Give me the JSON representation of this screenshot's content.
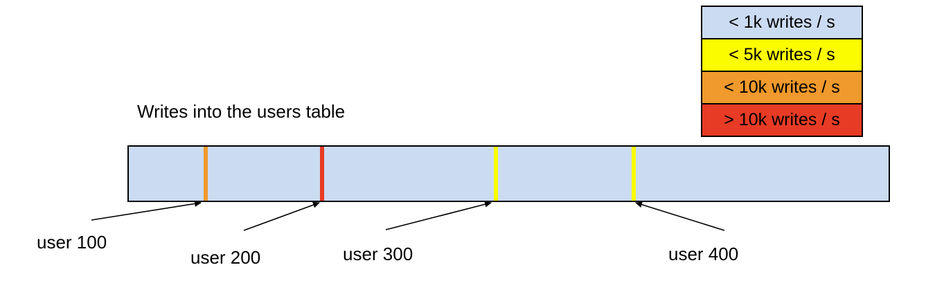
{
  "title": "Writes into the users table",
  "legend": {
    "items": [
      {
        "label": "< 1k writes / s",
        "color": "#CBDBF1"
      },
      {
        "label": "< 5k writes / s",
        "color": "#FCFC00"
      },
      {
        "label": "< 10k writes / s",
        "color": "#F0992C"
      },
      {
        "label": "> 10k writes / s",
        "color": "#E73B25"
      }
    ]
  },
  "table_bar": {
    "fill": "#CBDBF1",
    "markers": [
      {
        "user": "user 100",
        "rate": "< 10k writes / s",
        "color": "#F0992C",
        "left_pct": "9.8%"
      },
      {
        "user": "user 200",
        "rate": "> 10k writes / s",
        "color": "#E73B25",
        "left_pct": "25.2%"
      },
      {
        "user": "user 300",
        "rate": "< 5k writes / s",
        "color": "#FCFC00",
        "left_pct": "48.0%"
      },
      {
        "user": "user 400",
        "rate": "< 5k writes / s",
        "color": "#FCFC00",
        "left_pct": "66.2%"
      }
    ]
  },
  "user_labels": [
    {
      "text": "user 100"
    },
    {
      "text": "user 200"
    },
    {
      "text": "user 300"
    },
    {
      "text": "user 400"
    }
  ]
}
